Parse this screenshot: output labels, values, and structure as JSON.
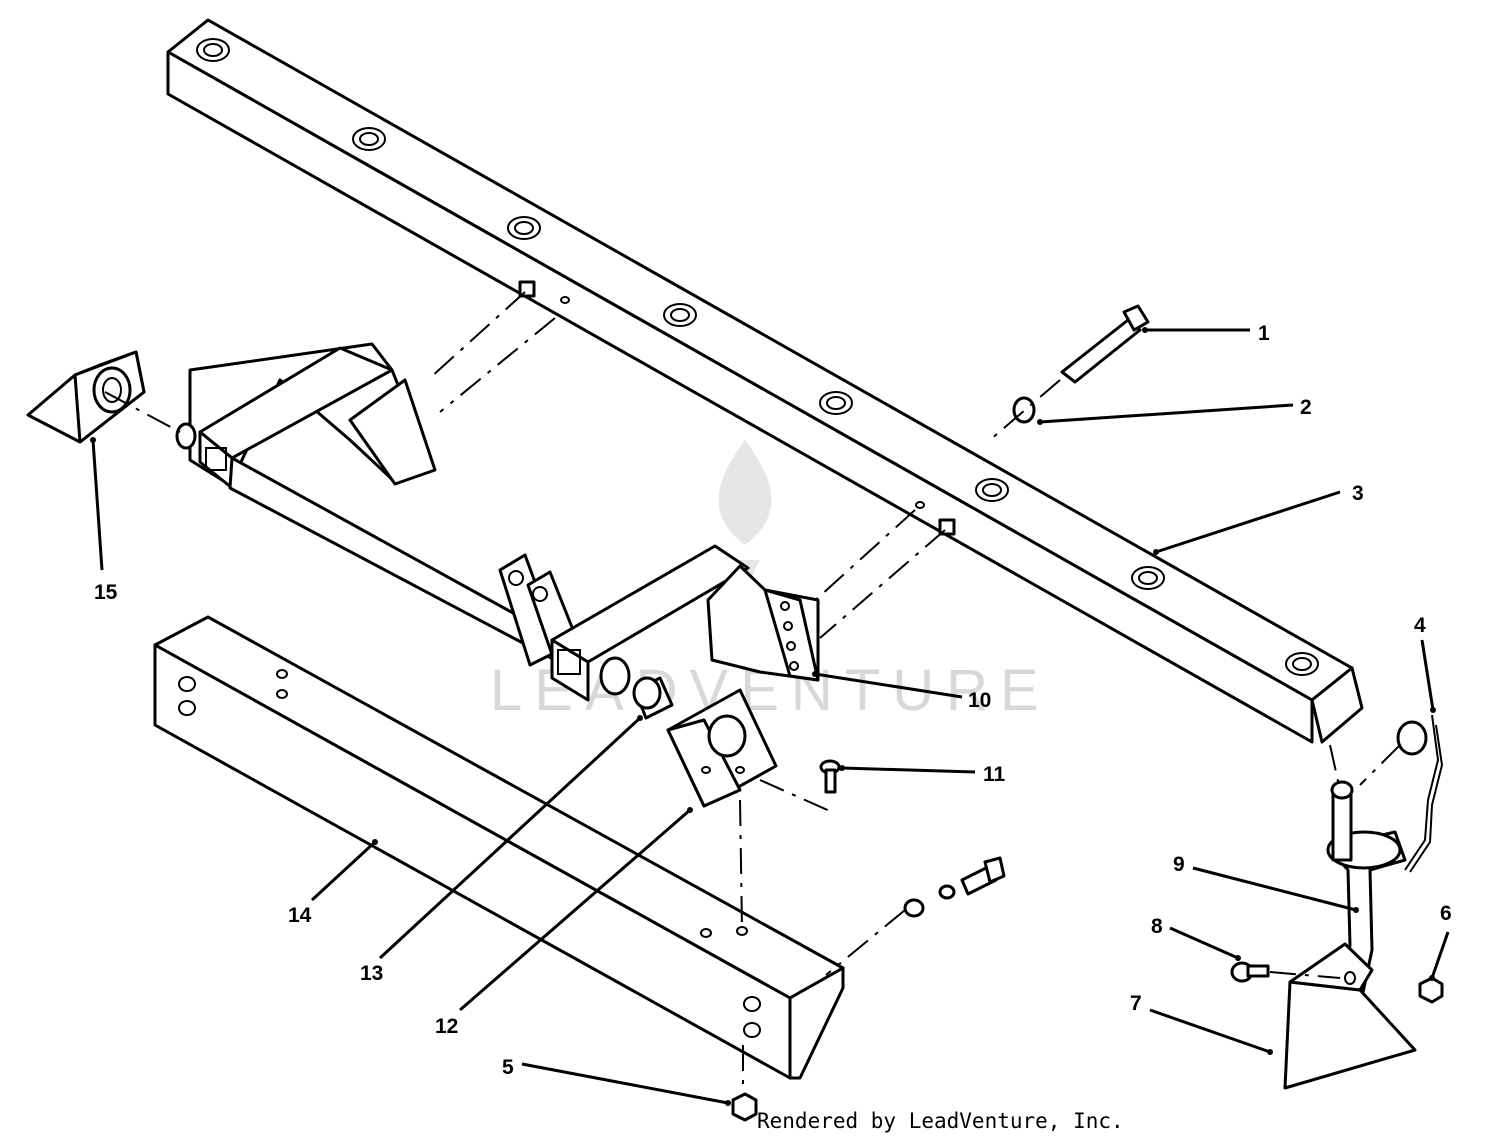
{
  "watermark": {
    "text": "LEADVENTURE"
  },
  "credit": "Rendered by LeadVenture, Inc.",
  "callouts": [
    {
      "id": "c1",
      "label": "1"
    },
    {
      "id": "c2",
      "label": "2"
    },
    {
      "id": "c3",
      "label": "3"
    },
    {
      "id": "c4",
      "label": "4"
    },
    {
      "id": "c5",
      "label": "5"
    },
    {
      "id": "c6",
      "label": "6"
    },
    {
      "id": "c7",
      "label": "7"
    },
    {
      "id": "c8",
      "label": "8"
    },
    {
      "id": "c9",
      "label": "9"
    },
    {
      "id": "c10",
      "label": "10"
    },
    {
      "id": "c11",
      "label": "11"
    },
    {
      "id": "c12",
      "label": "12"
    },
    {
      "id": "c13",
      "label": "13"
    },
    {
      "id": "c14",
      "label": "14"
    },
    {
      "id": "c15",
      "label": "15"
    }
  ]
}
